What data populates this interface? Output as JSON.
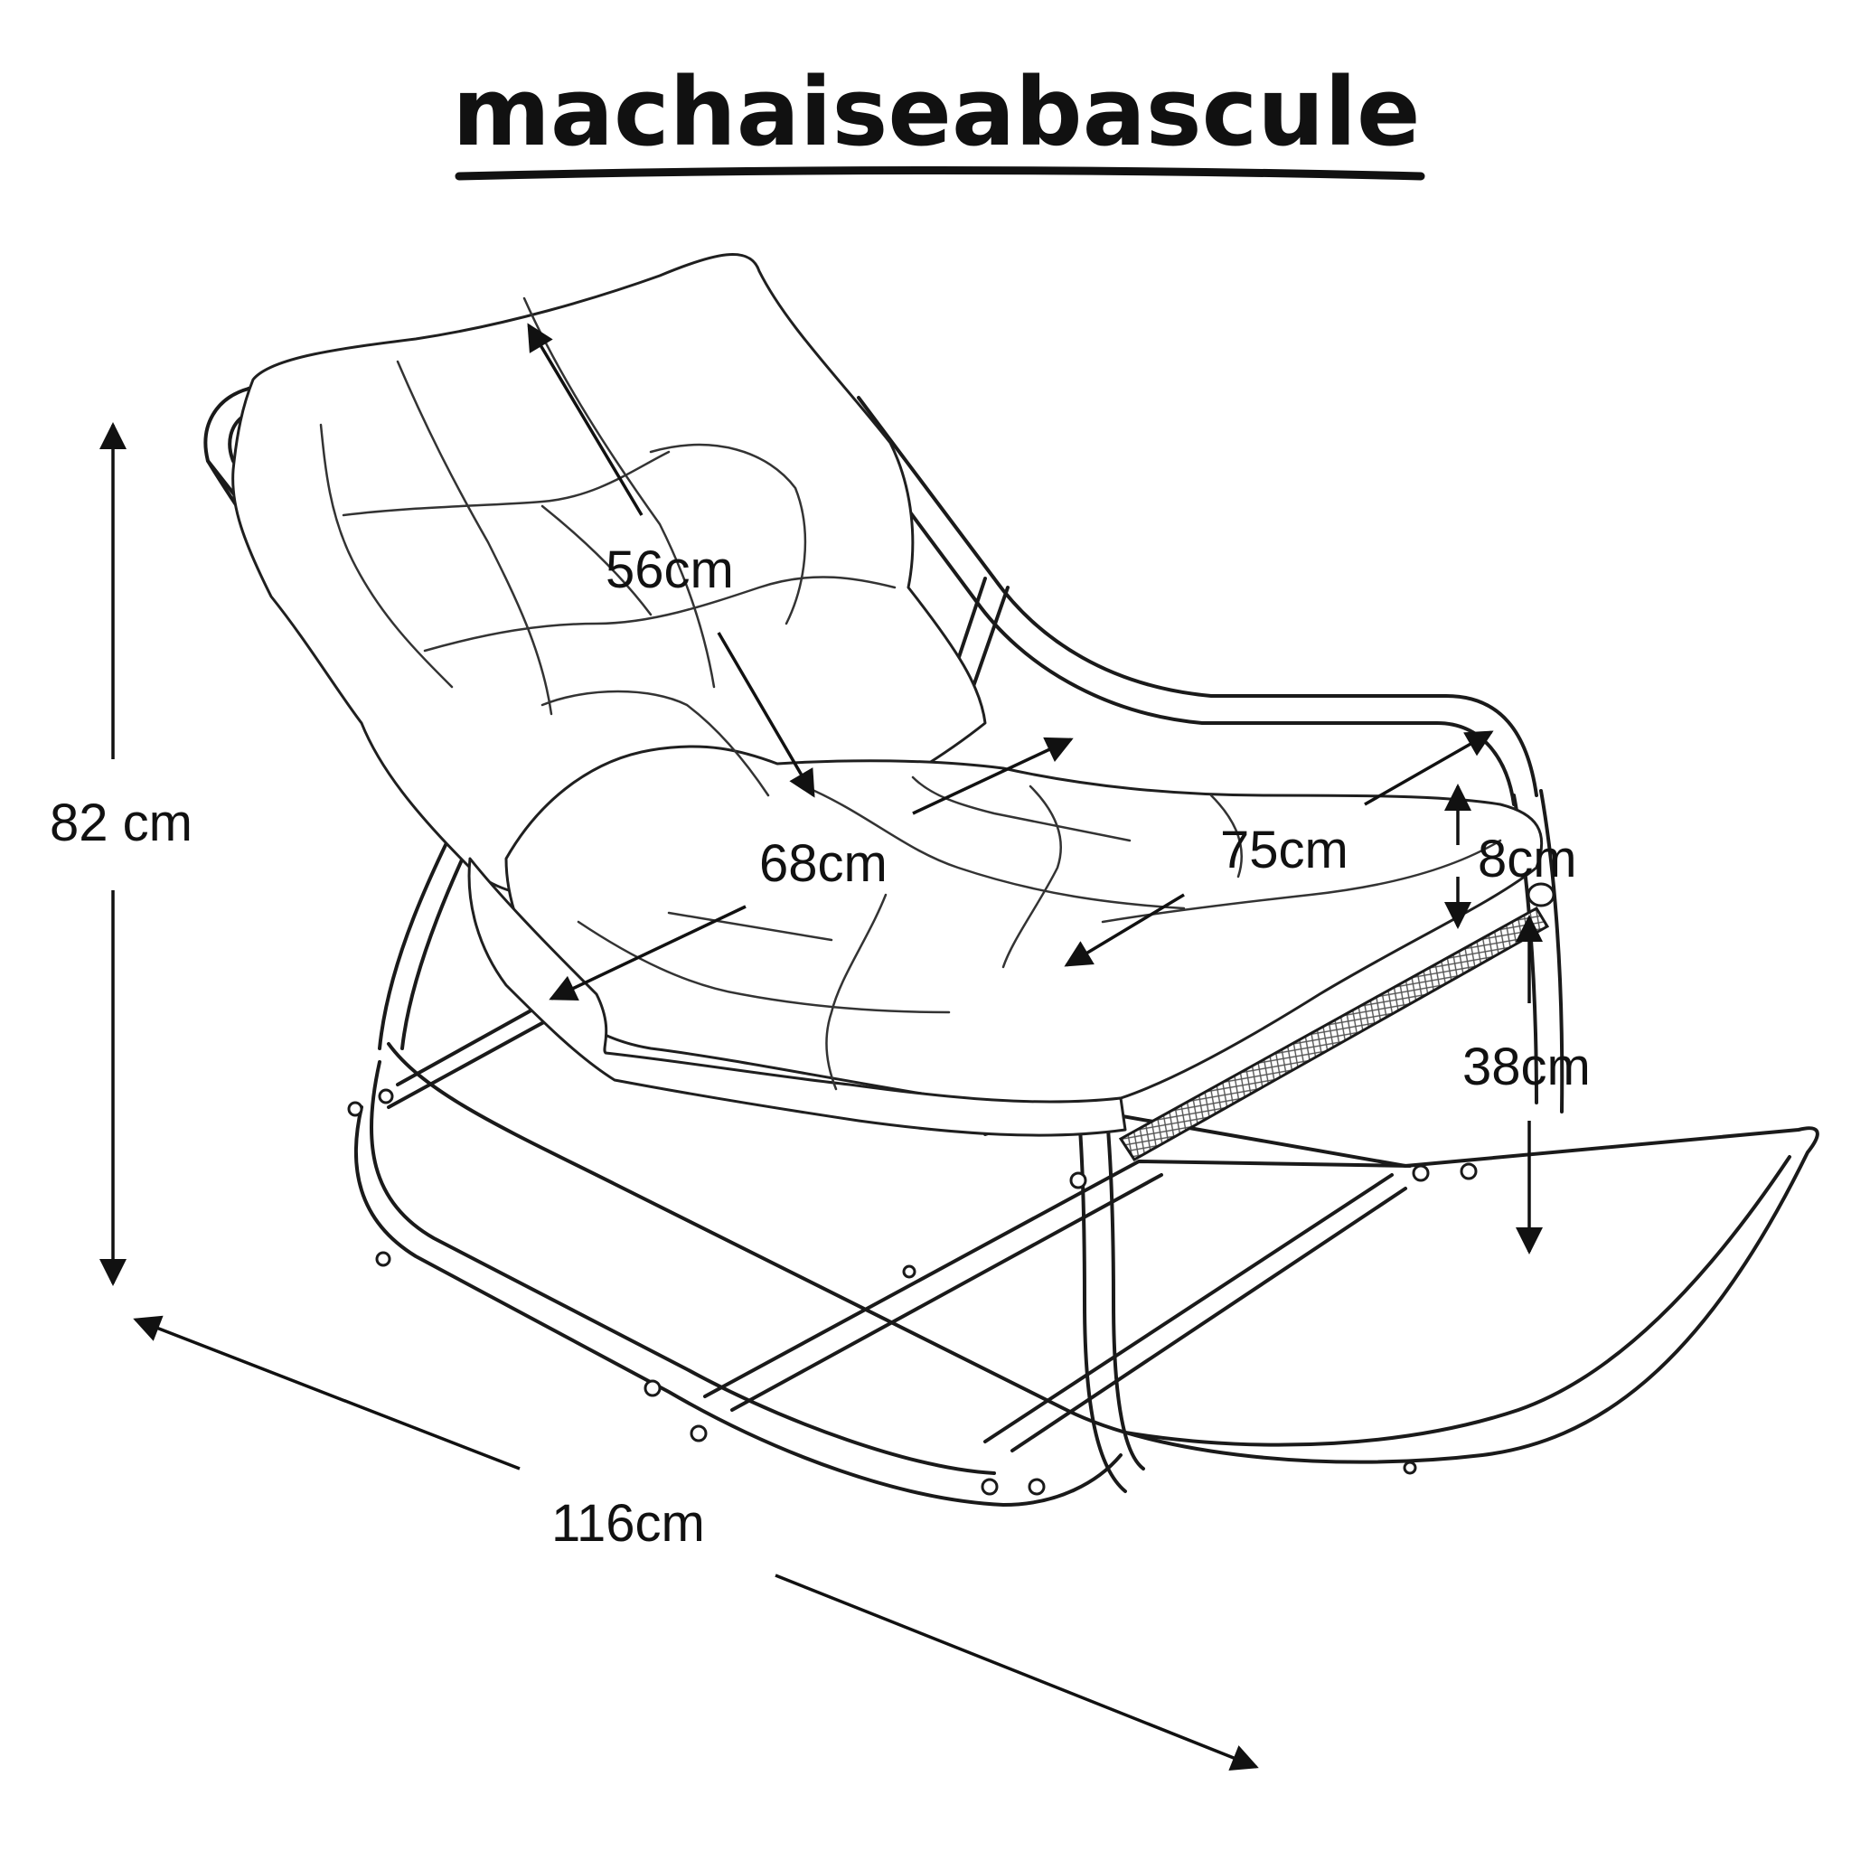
{
  "title": "machaiseabascule",
  "dimensions": {
    "height_total": "82 cm",
    "backrest": "56cm",
    "seat_width": "68cm",
    "seat_depth": "75cm",
    "cushion_thickness": "8cm",
    "seat_height": "38cm",
    "length": "116cm"
  },
  "colors": {
    "line": "#1a1a1a",
    "background": "#ffffff"
  }
}
